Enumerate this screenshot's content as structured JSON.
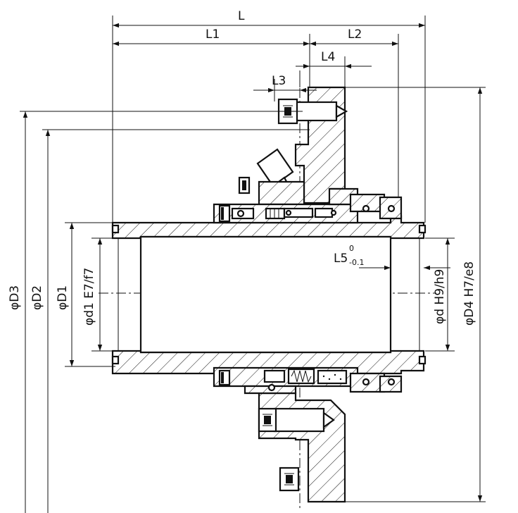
{
  "dimensions": {
    "L": "L",
    "L1": "L1",
    "L2": "L2",
    "L3": "L3",
    "L4": "L4",
    "L5": "L5",
    "L5_upper_tol": "0",
    "L5_lower_tol": "-0.1",
    "D3": "φD3",
    "D2": "φD2",
    "D1": "φD1",
    "d1": "φd1 E7/f7",
    "d": "φd H9/h9",
    "D4": "φD4 H7/e8"
  }
}
